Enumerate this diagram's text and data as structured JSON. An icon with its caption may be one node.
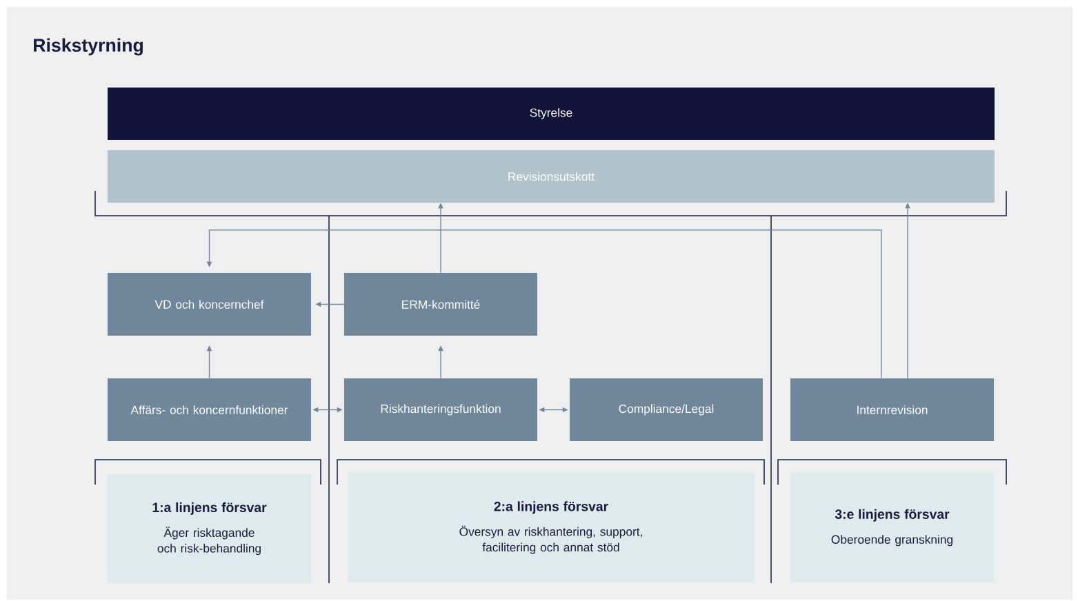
{
  "diagram": {
    "title": "Riskstyrning",
    "nodes": [
      {
        "text": [
          "Styrelse"
        ]
      },
      {
        "text": [
          "Revisionsutskott"
        ]
      },
      {
        "text": [
          "VD och koncernchef"
        ]
      },
      {
        "text": [
          "ERM-kommitté"
        ]
      },
      {
        "text": [
          "Affärs- och koncernfunktioner"
        ]
      },
      {
        "text": [
          "Riskhanteringsfunktion"
        ]
      },
      {
        "text": [
          "Compliance/Legal"
        ]
      },
      {
        "text": [
          "Internrevision"
        ]
      },
      {
        "text": [
          "1:a linjens försvar",
          "Äger risktagande och risk-behandling"
        ]
      },
      {
        "text": [
          "2:a linjens försvar",
          "Översyn av riskhantering, support, facilitering och annat stöd"
        ]
      },
      {
        "text": [
          "3:e linjens försvar",
          "Oberoende granskning"
        ]
      }
    ],
    "edges": [
      {
        "from": 3,
        "to": 1,
        "arrow": "to"
      },
      {
        "from": 7,
        "to": 1,
        "arrow": "to"
      },
      {
        "from": 7,
        "to": 2,
        "arrow": "to"
      },
      {
        "from": 3,
        "to": 2,
        "arrow": "to"
      },
      {
        "from": 4,
        "to": 2,
        "arrow": "to"
      },
      {
        "from": 5,
        "to": 3,
        "arrow": "to"
      },
      {
        "from": 4,
        "to": 5,
        "arrow": "both"
      },
      {
        "from": 5,
        "to": 6,
        "arrow": "both"
      }
    ]
  }
}
